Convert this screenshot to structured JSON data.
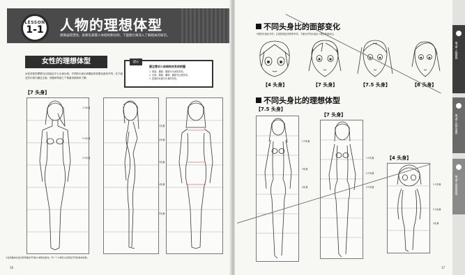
{
  "left_page": {
    "lesson_word": "LESSON",
    "lesson_number": "1-1",
    "title": "人物的理想体型",
    "header_subtitle": "想要画得漂亮，就要先掌握人体结构和比例，下面我们来深入了解相关的知识。",
    "section_title": "女性的理想体型",
    "intro_text": "女性体型的理想与比较接近于七头身比例，不同的头身比例看起来效果也各有不同。在下面这些中我们通过正面、侧面和背面三个角度详细地来了解。",
    "tip": {
      "tag": "提示",
      "heading": "要注意对人体结构关系的把握",
      "lines": [
        "1. 肩部、腰部、膝部与头身的关系。",
        "2. 头部、胸部、腰部、腿部与比例关系。",
        "3. 四肢的长度与头身的关系。"
      ]
    },
    "proportion_tag": "【7 头身】",
    "measures_front": [
      "1.5头身",
      "2.5头身",
      "3.5头身"
    ],
    "measures_back": [
      "1头身",
      "2头身",
      "3头身",
      "4头身",
      "5头身"
    ],
    "caption": "※对应各种头身比例可看出不同的人体形态变化，同一个人物可以表现出不同的身材感觉。",
    "page_number": "16"
  },
  "right_page": {
    "face_section_title": "不同头身比的面部变化",
    "face_section_sub": "人物的头身比不同，五官的特征也有所不同。下面为不同头身比人物的面部对比。",
    "face_labels": [
      "【4 头身】",
      "【7 头身】",
      "【7.5 头身】",
      "【8 头身】"
    ],
    "body_section_title": "不同头身比的理想体型",
    "body_labels": [
      "【7.5 头身】",
      "【7 头身】",
      "【4 头身】"
    ],
    "measures_a": [
      "1.5头身",
      "3头身",
      "4头身"
    ],
    "measures_b": [
      "1.5头身",
      "2.5头身",
      "3.5头身"
    ],
    "measures_c": [
      "1.5头身",
      "2.5头身",
      "3头身"
    ],
    "page_number": "17"
  },
  "sidebar": {
    "tabs": [
      "第1章 人物基础",
      "第2章 头部与面部",
      "第3章 身体的表现"
    ]
  },
  "colors": {
    "header_dark": "#4a4a4a",
    "label_dark": "#2e2e2e",
    "paper": "#f7f7f3"
  }
}
